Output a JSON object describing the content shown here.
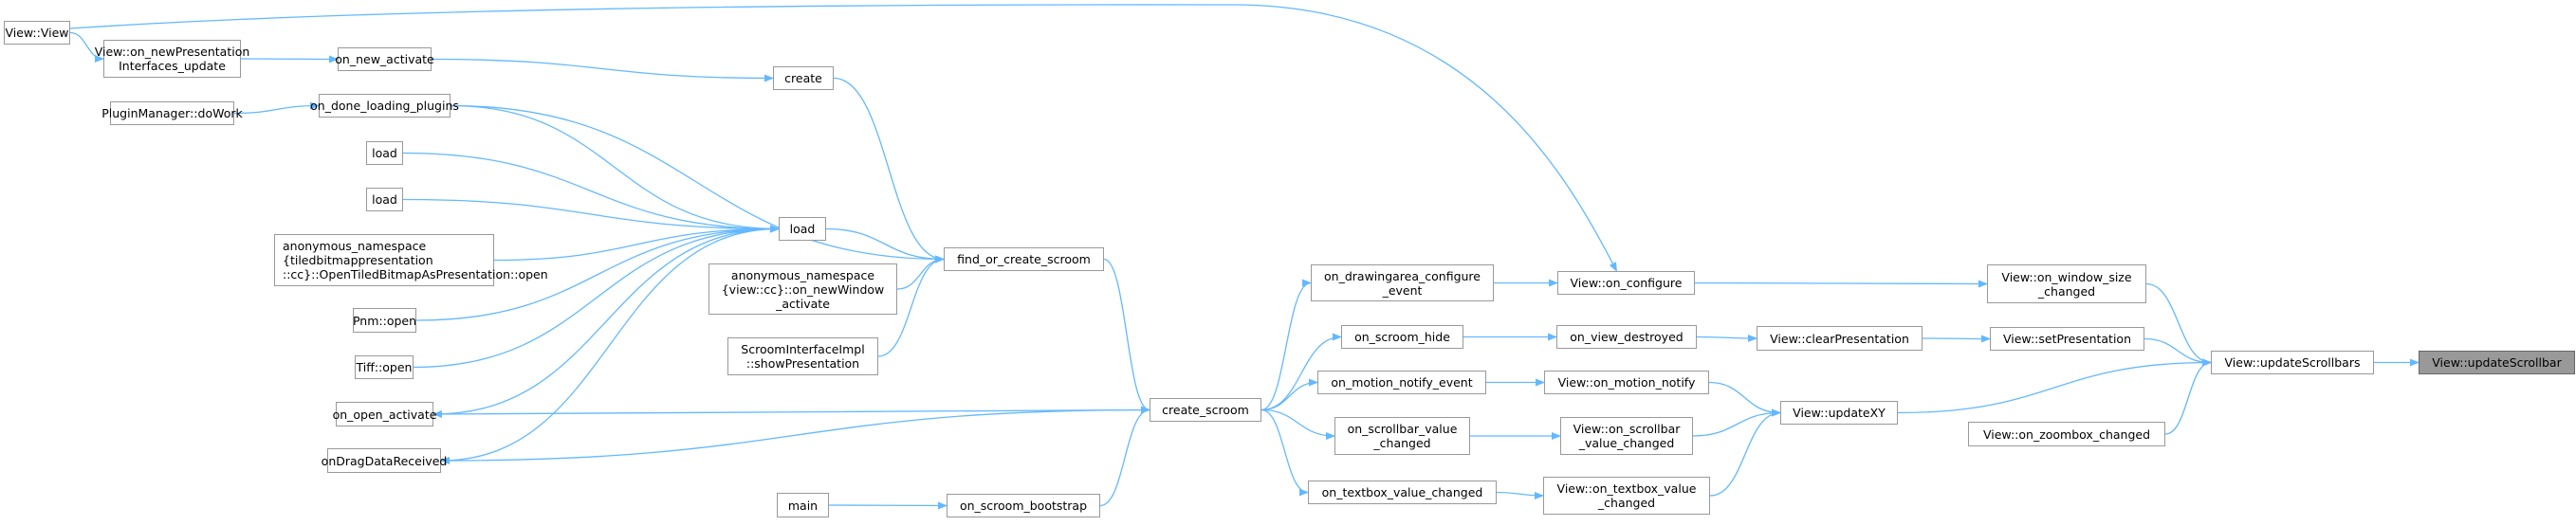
{
  "graph": {
    "type": "caller-graph",
    "colors": {
      "edge": "#63b8ff",
      "node_border": "#999999",
      "focus_fill": "#999999"
    },
    "nodes": [
      {
        "id": "view_view",
        "lines": [
          "View::View"
        ]
      },
      {
        "id": "on_newpres",
        "lines": [
          "View::on_newPresentation",
          "Interfaces_update"
        ]
      },
      {
        "id": "on_new_activate",
        "lines": [
          "on_new_activate"
        ]
      },
      {
        "id": "create",
        "lines": [
          "create"
        ]
      },
      {
        "id": "plugin_dowork",
        "lines": [
          "PluginManager::doWork"
        ]
      },
      {
        "id": "on_done_loading",
        "lines": [
          "on_done_loading_plugins"
        ]
      },
      {
        "id": "load1",
        "lines": [
          "load"
        ]
      },
      {
        "id": "load2",
        "lines": [
          "load"
        ]
      },
      {
        "id": "anon_tiled",
        "lines": [
          "anonymous_namespace",
          "{tiledbitmappresentation",
          "::cc}::OpenTiledBitmapAsPresentation::open"
        ]
      },
      {
        "id": "pnm_open",
        "lines": [
          "Pnm::open"
        ]
      },
      {
        "id": "tiff_open",
        "lines": [
          "Tiff::open"
        ]
      },
      {
        "id": "on_open_activate",
        "lines": [
          "on_open_activate"
        ]
      },
      {
        "id": "on_drag",
        "lines": [
          "onDragDataReceived"
        ]
      },
      {
        "id": "load",
        "lines": [
          "load"
        ]
      },
      {
        "id": "anon_view",
        "lines": [
          "anonymous_namespace",
          "{view::cc}::on_newWindow",
          "_activate"
        ]
      },
      {
        "id": "scroom_show",
        "lines": [
          "ScroomInterfaceImpl",
          "::showPresentation"
        ]
      },
      {
        "id": "find_or_create",
        "lines": [
          "find_or_create_scroom"
        ]
      },
      {
        "id": "main",
        "lines": [
          "main"
        ]
      },
      {
        "id": "on_scroom_bootstrap",
        "lines": [
          "on_scroom_bootstrap"
        ]
      },
      {
        "id": "create_scroom",
        "lines": [
          "create_scroom"
        ]
      },
      {
        "id": "on_drawingarea",
        "lines": [
          "on_drawingarea_configure",
          "_event"
        ]
      },
      {
        "id": "on_scroom_hide",
        "lines": [
          "on_scroom_hide"
        ]
      },
      {
        "id": "on_motion_event",
        "lines": [
          "on_motion_notify_event"
        ]
      },
      {
        "id": "on_scrollbar",
        "lines": [
          "on_scrollbar_value",
          "_changed"
        ]
      },
      {
        "id": "on_textbox",
        "lines": [
          "on_textbox_value_changed"
        ]
      },
      {
        "id": "view_on_configure",
        "lines": [
          "View::on_configure"
        ]
      },
      {
        "id": "on_view_destroyed",
        "lines": [
          "on_view_destroyed"
        ]
      },
      {
        "id": "view_on_motion",
        "lines": [
          "View::on_motion_notify"
        ]
      },
      {
        "id": "view_on_scrollbar",
        "lines": [
          "View::on_scrollbar",
          "_value_changed"
        ]
      },
      {
        "id": "view_on_textbox",
        "lines": [
          "View::on_textbox_value",
          "_changed"
        ]
      },
      {
        "id": "view_clear",
        "lines": [
          "View::clearPresentation"
        ]
      },
      {
        "id": "view_updatexy",
        "lines": [
          "View::updateXY"
        ]
      },
      {
        "id": "view_window_size",
        "lines": [
          "View::on_window_size",
          "_changed"
        ]
      },
      {
        "id": "view_setpres",
        "lines": [
          "View::setPresentation"
        ]
      },
      {
        "id": "view_zoombox",
        "lines": [
          "View::on_zoombox_changed"
        ]
      },
      {
        "id": "view_updatescrollbars",
        "lines": [
          "View::updateScrollbars"
        ]
      },
      {
        "id": "view_updatescrollbar",
        "lines": [
          "View::updateScrollbar"
        ],
        "focus": true
      }
    ],
    "edges": [
      [
        "view_view",
        "on_newpres"
      ],
      [
        "view_view",
        "view_on_configure"
      ],
      [
        "on_newpres",
        "on_new_activate"
      ],
      [
        "on_new_activate",
        "create"
      ],
      [
        "plugin_dowork",
        "on_done_loading"
      ],
      [
        "on_done_loading",
        "load"
      ],
      [
        "on_done_loading",
        "find_or_create"
      ],
      [
        "load1",
        "load"
      ],
      [
        "load2",
        "load"
      ],
      [
        "anon_tiled",
        "load"
      ],
      [
        "pnm_open",
        "load"
      ],
      [
        "tiff_open",
        "load"
      ],
      [
        "on_open_activate",
        "load"
      ],
      [
        "on_drag",
        "load"
      ],
      [
        "create",
        "find_or_create"
      ],
      [
        "load",
        "find_or_create"
      ],
      [
        "anon_view",
        "find_or_create"
      ],
      [
        "scroom_show",
        "find_or_create"
      ],
      [
        "find_or_create",
        "create_scroom"
      ],
      [
        "create_scroom",
        "on_open_activate"
      ],
      [
        "create_scroom",
        "on_drag"
      ],
      [
        "main",
        "on_scroom_bootstrap"
      ],
      [
        "on_scroom_bootstrap",
        "create_scroom"
      ],
      [
        "create_scroom",
        "on_drawingarea"
      ],
      [
        "create_scroom",
        "on_scroom_hide"
      ],
      [
        "create_scroom",
        "on_motion_event"
      ],
      [
        "create_scroom",
        "on_scrollbar"
      ],
      [
        "create_scroom",
        "on_textbox"
      ],
      [
        "on_drawingarea",
        "view_on_configure"
      ],
      [
        "on_scroom_hide",
        "on_view_destroyed"
      ],
      [
        "on_motion_event",
        "view_on_motion"
      ],
      [
        "on_scrollbar",
        "view_on_scrollbar"
      ],
      [
        "on_textbox",
        "view_on_textbox"
      ],
      [
        "view_on_configure",
        "view_window_size"
      ],
      [
        "on_view_destroyed",
        "view_clear"
      ],
      [
        "view_clear",
        "view_setpres"
      ],
      [
        "view_on_motion",
        "view_updatexy"
      ],
      [
        "view_on_scrollbar",
        "view_updatexy"
      ],
      [
        "view_on_textbox",
        "view_updatexy"
      ],
      [
        "view_window_size",
        "view_updatescrollbars"
      ],
      [
        "view_setpres",
        "view_updatescrollbars"
      ],
      [
        "view_updatexy",
        "view_updatescrollbars"
      ],
      [
        "view_zoombox",
        "view_updatescrollbars"
      ],
      [
        "view_updatescrollbars",
        "view_updatescrollbar"
      ]
    ]
  }
}
